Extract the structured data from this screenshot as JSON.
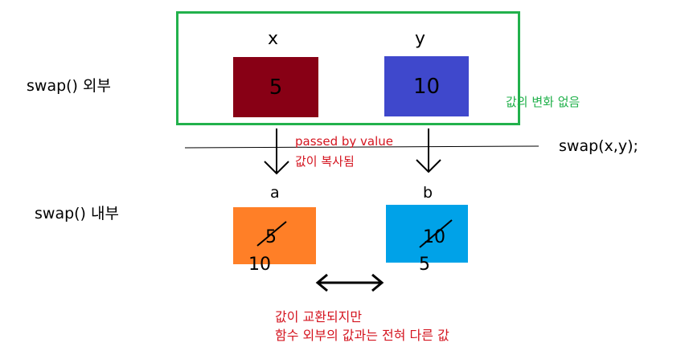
{
  "outside": {
    "label": "swap() 외부",
    "var_x": {
      "name": "x",
      "value": "5",
      "color": "#880015"
    },
    "var_y": {
      "name": "y",
      "value": "10",
      "color": "#3f48cc"
    },
    "note": "값의 변화 없음",
    "frame_color": "#22b14c"
  },
  "call": {
    "text": "swap(x,y);",
    "annotation_line1": "passed by value",
    "annotation_line2": "값이 복사됨"
  },
  "inside": {
    "label": "swap() 내부",
    "param_a": {
      "name": "a",
      "old_value": "5",
      "new_value": "10",
      "color": "#ff7f27"
    },
    "param_b": {
      "name": "b",
      "old_value": "10",
      "new_value": "5",
      "color": "#00a2e8"
    }
  },
  "exchange_note": {
    "line1": "값이 교환되지만",
    "line2": "함수 외부의 값과는 전혀 다른 값"
  }
}
